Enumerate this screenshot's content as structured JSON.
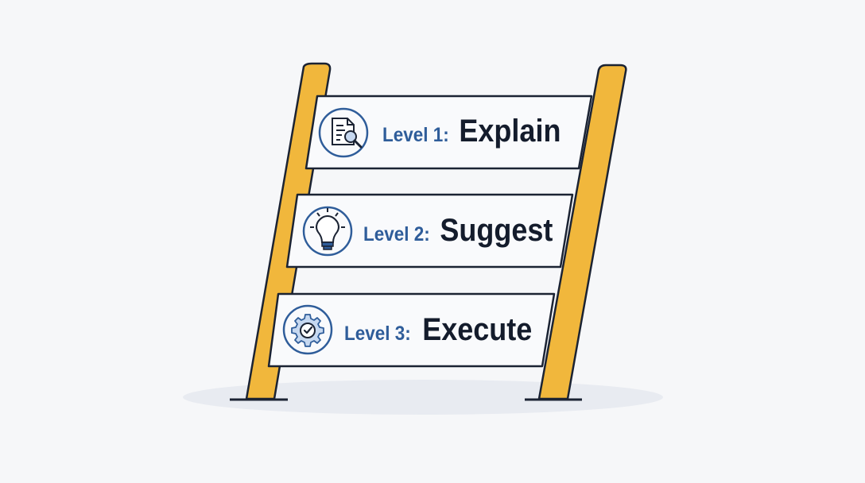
{
  "diagram": {
    "type": "ladder",
    "colors": {
      "rail": "#f1b73c",
      "outline": "#1b2333",
      "plank": "#f9fafc",
      "level_text": "#2f5d9a",
      "title_text": "#141c2c",
      "icon_stroke": "#2f5d9a",
      "icon_fill": "#c6d8f0",
      "ground": "#e8ebf1"
    },
    "levels": [
      {
        "level": "Level 1:",
        "title": "Explain",
        "icon": "document-search-icon"
      },
      {
        "level": "Level 2:",
        "title": "Suggest",
        "icon": "lightbulb-icon"
      },
      {
        "level": "Level 3:",
        "title": "Execute",
        "icon": "gear-check-icon"
      }
    ]
  }
}
